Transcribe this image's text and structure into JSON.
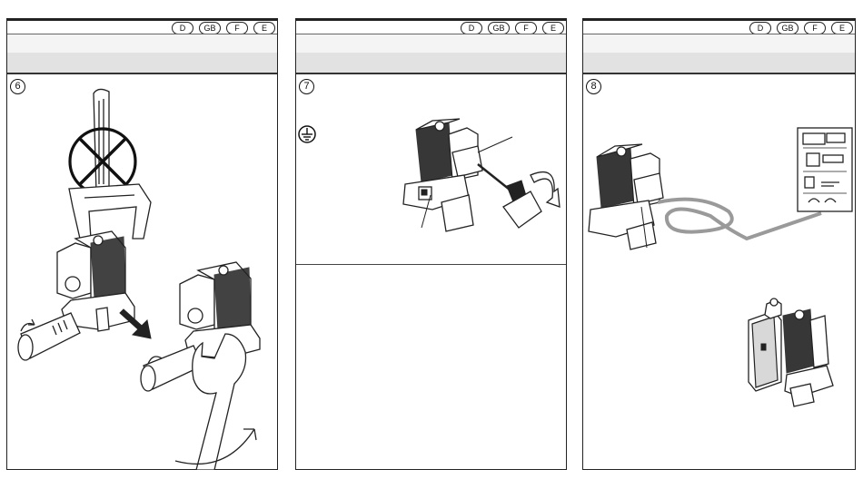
{
  "language_tabs": [
    "D",
    "GB",
    "F",
    "E"
  ],
  "panels": [
    {
      "step": "6"
    },
    {
      "step": "7"
    },
    {
      "step": "8"
    }
  ],
  "icons": {
    "prohibited": "crossed-circle-icon",
    "ground": "protective-earth-icon",
    "rotate": "rotation-arrow-icon"
  }
}
